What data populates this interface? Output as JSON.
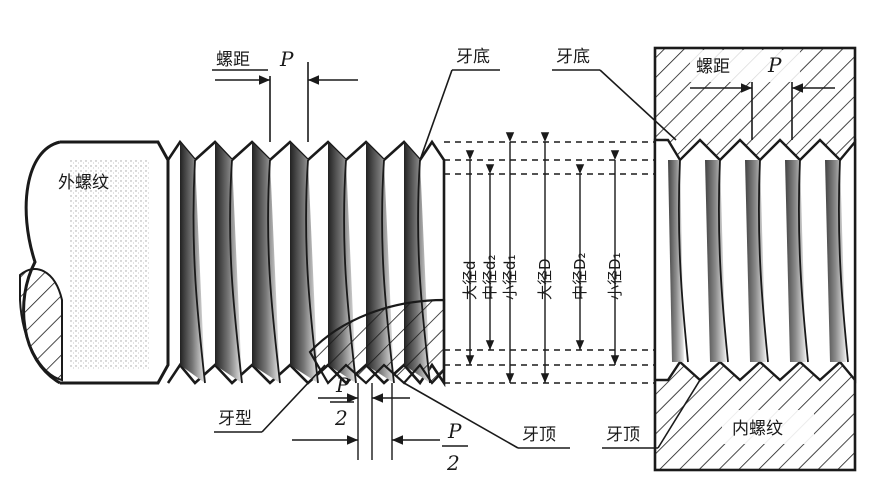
{
  "labels": {
    "pitch_left": "螺距",
    "pitch_symbol_left": "P",
    "root_left": "牙底",
    "root_right": "牙底",
    "pitch_right": "螺距",
    "pitch_symbol_right": "P",
    "external_thread": "外螺纹",
    "internal_thread": "内螺纹",
    "thread_profile": "牙型",
    "crest_left": "牙顶",
    "crest_right": "牙顶",
    "half_pitch_num": "P",
    "half_pitch_den": "2",
    "half_pitch2_num": "P",
    "half_pitch2_den": "2"
  },
  "diameters": [
    {
      "symbol": "d",
      "text": "大径d"
    },
    {
      "symbol": "d2",
      "text": "中径d₂"
    },
    {
      "symbol": "d1",
      "text": "小径d₁"
    },
    {
      "symbol": "D",
      "text": "大径D"
    },
    {
      "symbol": "D2",
      "text": "中径D₂"
    },
    {
      "symbol": "D1",
      "text": "小径D₁"
    }
  ]
}
